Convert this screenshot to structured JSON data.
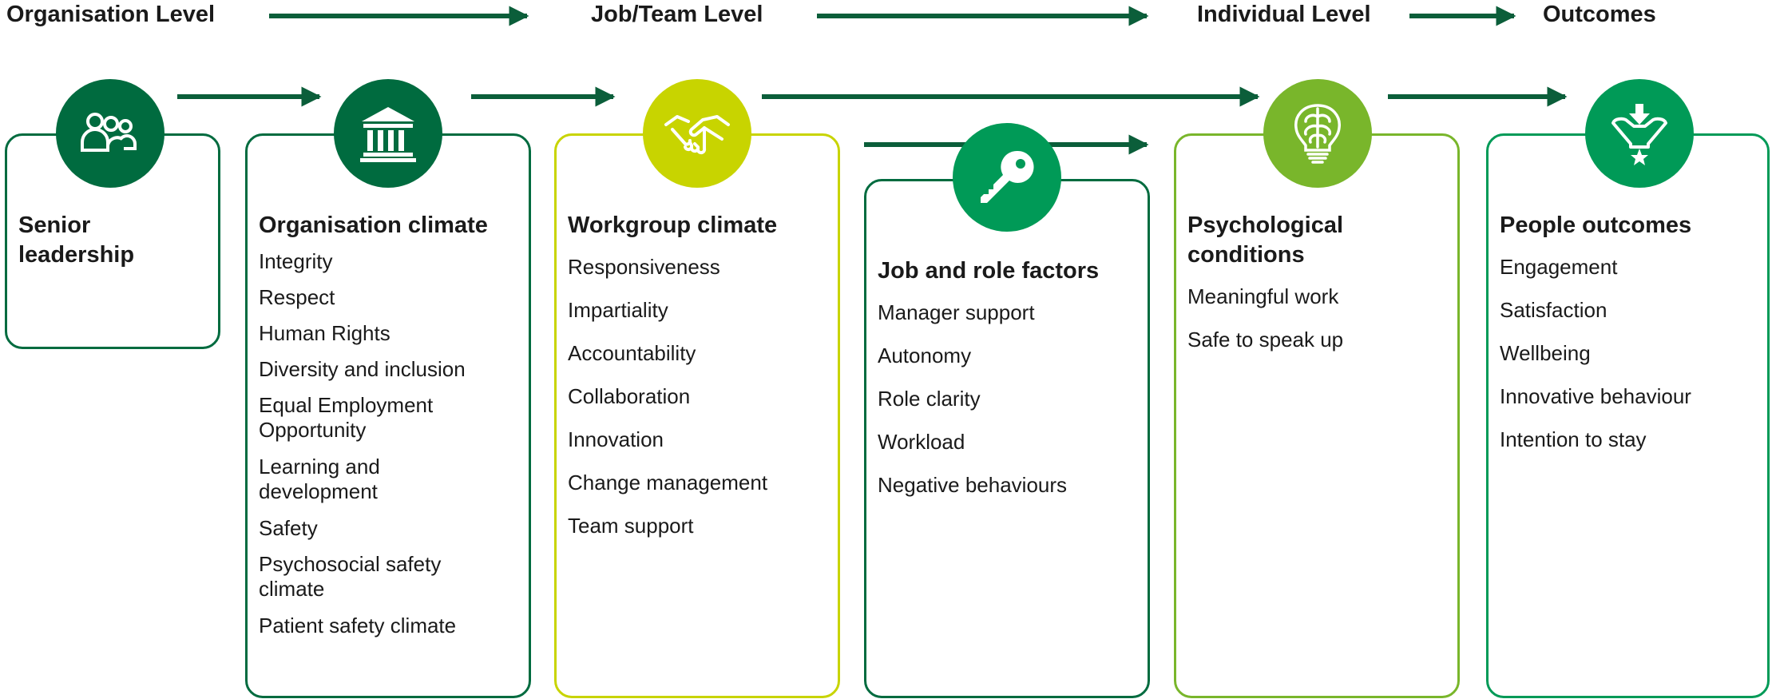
{
  "levels": {
    "organisation": "Organisation Level",
    "job_team": "Job/Team Level",
    "individual": "Individual Level",
    "outcomes": "Outcomes"
  },
  "colors": {
    "dark_green": "#006b3f",
    "green": "#009a57",
    "lime": "#c8d400",
    "light_green": "#79b62b"
  },
  "cards": {
    "senior": {
      "title": "Senior leadership",
      "icon": "people-group-icon"
    },
    "org_climate": {
      "title": "Organisation climate",
      "icon": "institution-building-icon",
      "items": [
        "Integrity",
        "Respect",
        "Human Rights",
        "Diversity and inclusion",
        "Equal Employment Opportunity",
        "Learning and development",
        "Safety",
        "Psychosocial safety climate",
        "Patient safety climate"
      ]
    },
    "workgroup": {
      "title": "Workgroup climate",
      "icon": "handshake-icon",
      "items": [
        "Responsiveness",
        "Impartiality",
        "Accountability",
        "Collaboration",
        "Innovation",
        "Change management",
        "Team support"
      ]
    },
    "job_role": {
      "title": "Job and role factors",
      "icon": "key-icon",
      "items": [
        "Manager support",
        "Autonomy",
        "Role clarity",
        "Workload",
        "Negative behaviours"
      ]
    },
    "psych": {
      "title": "Psychological conditions",
      "icon": "brain-bulb-icon",
      "items": [
        "Meaningful work",
        "Safe to speak up"
      ]
    },
    "people": {
      "title": "People outcomes",
      "icon": "funnel-star-icon",
      "items": [
        "Engagement",
        "Satisfaction",
        "Wellbeing",
        "Innovative behaviour",
        "Intention to stay"
      ]
    }
  }
}
